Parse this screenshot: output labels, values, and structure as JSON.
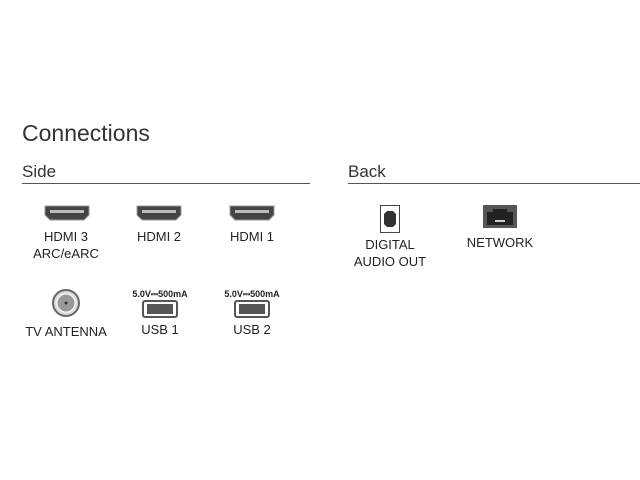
{
  "title": "Connections",
  "side": {
    "heading": "Side",
    "ports": [
      {
        "name": "HDMI 3",
        "sub": "ARC/eARC",
        "icon": "hdmi-icon"
      },
      {
        "name": "HDMI 2",
        "icon": "hdmi-icon"
      },
      {
        "name": "HDMI 1",
        "icon": "hdmi-icon"
      },
      {
        "name": "TV ANTENNA",
        "icon": "antenna-icon"
      },
      {
        "name": "USB 1",
        "spec": "5.0V⎓500mA",
        "icon": "usb-icon"
      },
      {
        "name": "USB 2",
        "spec": "5.0V⎓500mA",
        "icon": "usb-icon"
      }
    ]
  },
  "back": {
    "heading": "Back",
    "ports": [
      {
        "name": "DIGITAL",
        "sub": "AUDIO OUT",
        "icon": "optical-icon"
      },
      {
        "name": "NETWORK",
        "icon": "ethernet-icon"
      }
    ]
  }
}
